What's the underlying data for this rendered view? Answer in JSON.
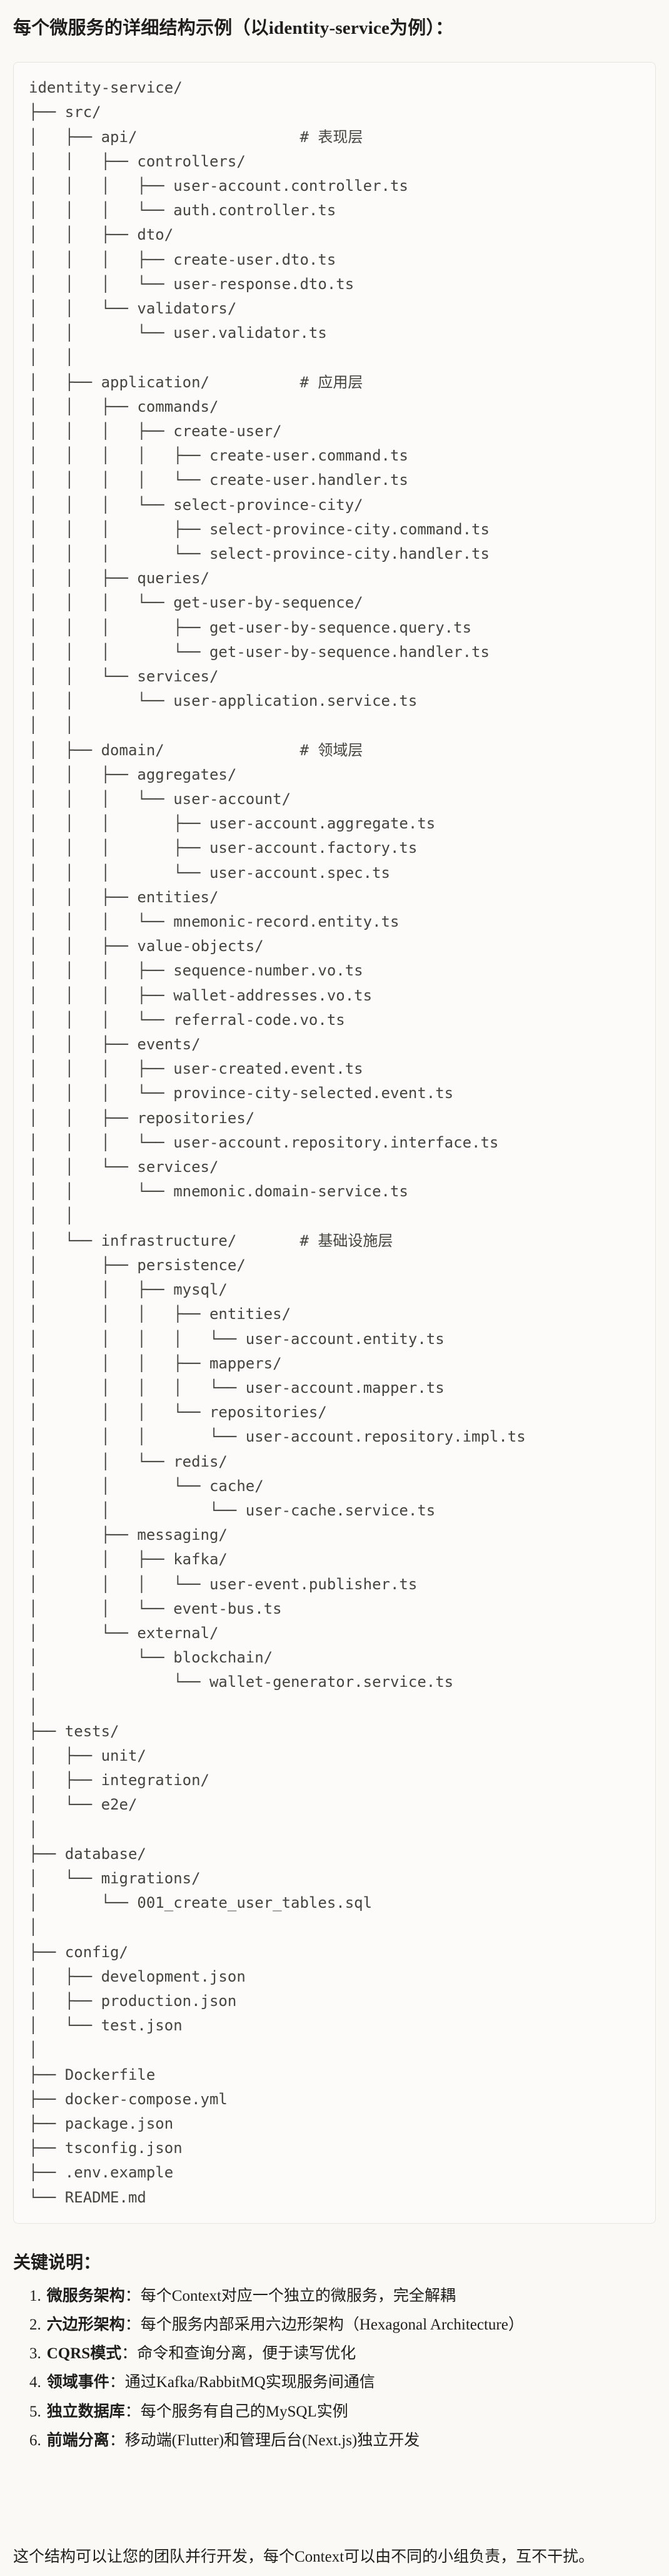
{
  "colors": {
    "page-bg": "#faf9f5",
    "text": "#1f1e1d",
    "code-bg": "#fcfbf9",
    "code-border": "#e8e5de",
    "code-text": "#45443f"
  },
  "page": {
    "title": "每个微服务的详细结构示例（以identity-service为例）："
  },
  "code_block": {
    "lines": [
      "identity-service/",
      "├── src/",
      "│   ├── api/                  # 表现层",
      "│   │   ├── controllers/",
      "│   │   │   ├── user-account.controller.ts",
      "│   │   │   └── auth.controller.ts",
      "│   │   ├── dto/",
      "│   │   │   ├── create-user.dto.ts",
      "│   │   │   └── user-response.dto.ts",
      "│   │   └── validators/",
      "│   │       └── user.validator.ts",
      "│   │",
      "│   ├── application/          # 应用层",
      "│   │   ├── commands/",
      "│   │   │   ├── create-user/",
      "│   │   │   │   ├── create-user.command.ts",
      "│   │   │   │   └── create-user.handler.ts",
      "│   │   │   └── select-province-city/",
      "│   │   │       ├── select-province-city.command.ts",
      "│   │   │       └── select-province-city.handler.ts",
      "│   │   ├── queries/",
      "│   │   │   └── get-user-by-sequence/",
      "│   │   │       ├── get-user-by-sequence.query.ts",
      "│   │   │       └── get-user-by-sequence.handler.ts",
      "│   │   └── services/",
      "│   │       └── user-application.service.ts",
      "│   │",
      "│   ├── domain/               # 领域层",
      "│   │   ├── aggregates/",
      "│   │   │   └── user-account/",
      "│   │   │       ├── user-account.aggregate.ts",
      "│   │   │       ├── user-account.factory.ts",
      "│   │   │       └── user-account.spec.ts",
      "│   │   ├── entities/",
      "│   │   │   └── mnemonic-record.entity.ts",
      "│   │   ├── value-objects/",
      "│   │   │   ├── sequence-number.vo.ts",
      "│   │   │   ├── wallet-addresses.vo.ts",
      "│   │   │   └── referral-code.vo.ts",
      "│   │   ├── events/",
      "│   │   │   ├── user-created.event.ts",
      "│   │   │   └── province-city-selected.event.ts",
      "│   │   ├── repositories/",
      "│   │   │   └── user-account.repository.interface.ts",
      "│   │   └── services/",
      "│   │       └── mnemonic.domain-service.ts",
      "│   │",
      "│   └── infrastructure/       # 基础设施层",
      "│       ├── persistence/",
      "│       │   ├── mysql/",
      "│       │   │   ├── entities/",
      "│       │   │   │   └── user-account.entity.ts",
      "│       │   │   ├── mappers/",
      "│       │   │   │   └── user-account.mapper.ts",
      "│       │   │   └── repositories/",
      "│       │   │       └── user-account.repository.impl.ts",
      "│       │   └── redis/",
      "│       │       └── cache/",
      "│       │           └── user-cache.service.ts",
      "│       ├── messaging/",
      "│       │   ├── kafka/",
      "│       │   │   └── user-event.publisher.ts",
      "│       │   └── event-bus.ts",
      "│       └── external/",
      "│           └── blockchain/",
      "│               └── wallet-generator.service.ts",
      "│",
      "├── tests/",
      "│   ├── unit/",
      "│   ├── integration/",
      "│   └── e2e/",
      "│",
      "├── database/",
      "│   └── migrations/",
      "│       └── 001_create_user_tables.sql",
      "│",
      "├── config/",
      "│   ├── development.json",
      "│   ├── production.json",
      "│   └── test.json",
      "│",
      "├── Dockerfile",
      "├── docker-compose.yml",
      "├── package.json",
      "├── tsconfig.json",
      "├── .env.example",
      "└── README.md"
    ]
  },
  "key_notes": {
    "heading": "关键说明：",
    "items": [
      {
        "num": "1.",
        "label": "微服务架构",
        "text": "：每个Context对应一个独立的微服务，完全解耦"
      },
      {
        "num": "2.",
        "label": "六边形架构",
        "text": "：每个服务内部采用六边形架构（Hexagonal Architecture）"
      },
      {
        "num": "3.",
        "label": "CQRS模式",
        "text": "：命令和查询分离，便于读写优化"
      },
      {
        "num": "4.",
        "label": "领域事件",
        "text": "：通过Kafka/RabbitMQ实现服务间通信"
      },
      {
        "num": "5.",
        "label": "独立数据库",
        "text": "：每个服务有自己的MySQL实例"
      },
      {
        "num": "6.",
        "label": "前端分离",
        "text": "：移动端(Flutter)和管理后台(Next.js)独立开发"
      }
    ]
  },
  "footer": {
    "text": "这个结构可以让您的团队并行开发，每个Context可以由不同的小组负责，互不干扰。"
  }
}
